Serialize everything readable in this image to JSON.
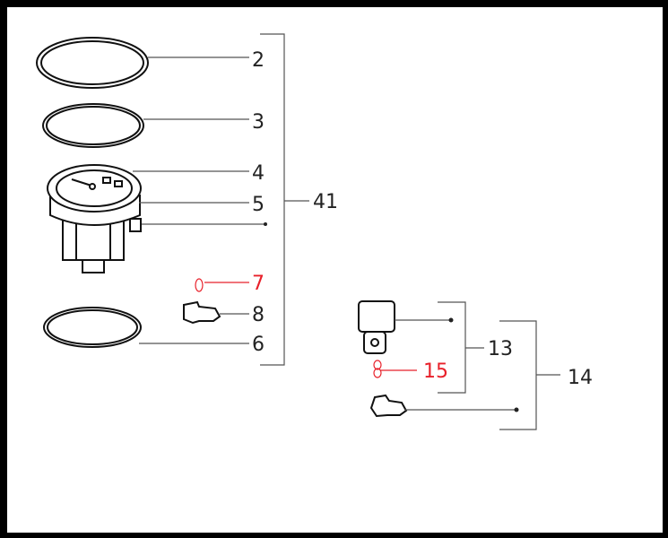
{
  "labels": {
    "p2": "2",
    "p3": "3",
    "p4": "4",
    "p5": "5",
    "p7": "7",
    "p8": "8",
    "p6": "6",
    "p41": "41",
    "p13": "13",
    "p15": "15",
    "p14": "14"
  },
  "colors": {
    "highlight": "#e8202a",
    "line": "#555555",
    "frame": "#000000"
  }
}
